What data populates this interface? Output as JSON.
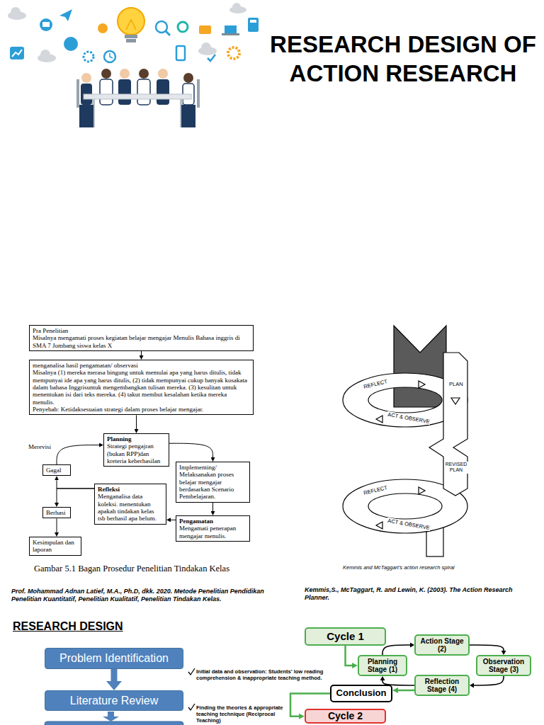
{
  "diagram": {
    "title": "RESEARCH DESIGN OF ACTION RESEARCH",
    "nodes": [
      {
        "text": [
          "Pra Penelitian",
          "Misalnya mengamati proses kegiatan belajar mengajar Menulis Bahasa inggris di SMA 7 Jombang siswa kelas X"
        ]
      },
      {
        "text": [
          "menganalisa hasil pengamatan/ observasi",
          "Misalnya (1) mereka merasa bingung untuk memulai apa yang harus ditulis, tidak mempunyai ide apa yang harus ditulis, (2) tidak mempunyai cukup banyak kosakata dalam bahasa Inggrisuntuk mengembangkan tulisan mereka. (3) kesulitan untuk menentukan isi dari teks mereka. (4) takut membut kesalahan ketika mereka menulis.",
          "Penyebab: Ketidaksesuaian strategi dalam proses belajar mengajar."
        ]
      },
      {
        "text": [
          "Planning",
          "Strategi pengajran (bukan RPP)dan kreteria keberhasilan"
        ]
      },
      {
        "text": [
          "Implementing/ Melaksanakan proses belajar mengajar berdasarkan Scenario Pembelajaran."
        ]
      },
      {
        "text": [
          "Pengamatan",
          "Mengamati penerapan mengajar menulis."
        ]
      },
      {
        "text": [
          "Refleksi",
          "Menganalisa data koleksi. menentukan apakah tindakan kelas tsb berhasil apa belum."
        ]
      },
      {
        "text": [
          "Gagal"
        ]
      },
      {
        "text": [
          "Berhasi"
        ]
      },
      {
        "text": [
          "Kesimpulan dan laporan"
        ]
      },
      {
        "text": [
          "Problem Identification"
        ]
      },
      {
        "text": [
          "Literature Review"
        ]
      },
      {
        "text": [
          "Cycle 1"
        ]
      },
      {
        "text": [
          "Action Stage (2)"
        ]
      },
      {
        "text": [
          "Planning Stage (1)"
        ]
      },
      {
        "text": [
          "Observation Stage (3)"
        ]
      },
      {
        "text": [
          "Reflection Stage (4)"
        ]
      },
      {
        "text": [
          "Conclusion"
        ]
      },
      {
        "text": [
          "Cycle 2"
        ]
      }
    ],
    "edges": [
      {
        "from": 0,
        "to": 1,
        "arrow": "to"
      },
      {
        "from": 1,
        "to": 2,
        "arrow": "to"
      },
      {
        "from": 2,
        "to": 3,
        "arrow": "to"
      },
      {
        "from": 3,
        "to": 4,
        "arrow": "to"
      },
      {
        "from": 4,
        "to": 5,
        "arrow": "to"
      },
      {
        "from": 5,
        "to": 6,
        "arrow": "to"
      },
      {
        "from": 5,
        "to": 7,
        "arrow": "to"
      },
      {
        "from": 6,
        "to": 2,
        "label": "Merevisi",
        "arrow": "to"
      },
      {
        "from": 7,
        "to": 8,
        "arrow": "to"
      },
      {
        "from": 9,
        "to": 10,
        "arrow": "to"
      },
      {
        "from": 11,
        "to": 13,
        "arrow": "to"
      },
      {
        "from": 13,
        "to": 12,
        "arrow": "to"
      },
      {
        "from": 12,
        "to": 14,
        "arrow": "to"
      },
      {
        "from": 14,
        "to": 15,
        "arrow": "to"
      },
      {
        "from": 15,
        "to": 13,
        "arrow": "to"
      },
      {
        "from": 15,
        "to": 16,
        "arrow": "to"
      },
      {
        "from": 16,
        "to": 17,
        "arrow": "to"
      }
    ],
    "labels": [
      "Gambar 5.1 Bagan Prosedur Penelitian Tindakan Kelas",
      "Prof. Mohammad Adnan Latief, M.A., Ph.D, dkk. 2020. Metode Penelitian Pendidikan Penelitian Kuantitatif, Penelitian Kualitatif, Penelitian Tindakan Kelas.",
      "REFLECT",
      "PLAN",
      "ACT & OBSERVE",
      "REVISED PLAN",
      "REFLECT",
      "ACT & OBSERVE",
      "Kemmis and McTaggart's action research spiral",
      "Kemmis,S., McTaggart, R. and Lewin, K. (2003). The Action Research Planner.",
      "RESEARCH DESIGN",
      "Initial data and observation: Students' low reading comprehension & inappropriate teaching method.",
      "Finding the theories & appropriate teaching technique (Reciprocal Teaching)"
    ]
  }
}
